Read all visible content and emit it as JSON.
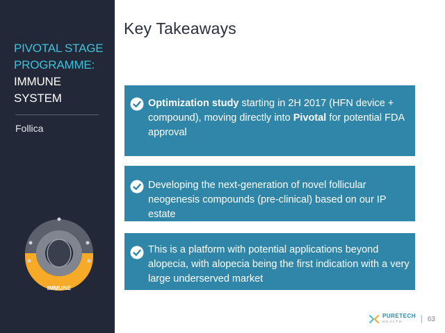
{
  "sidebar": {
    "title_line1": "PIVOTAL STAGE",
    "title_line2": "PROGRAMME:",
    "title_line3": "IMMUNE SYSTEM",
    "subtitle": "Follica",
    "diagram_label": "IMMUNE"
  },
  "main": {
    "title": "Key Takeaways",
    "cards": [
      {
        "bold1": "Optimization study",
        "text1": " starting in 2H 2017 (HFN device + compound), moving directly into ",
        "bold2": "Pivotal",
        "text2": " for potential FDA approval"
      },
      {
        "text": "Developing the next-generation of novel follicular neogenesis compounds (pre-clinical) based on our IP estate"
      },
      {
        "text": "This is a platform with potential applications beyond alopecia, with alopecia being the first indication with a very large underserved market"
      }
    ]
  },
  "footer": {
    "brand_line1": "PURETECH",
    "brand_line2": "HEALTH",
    "separator": "|",
    "page_number": "63"
  },
  "colors": {
    "sidebar_bg": "#232838",
    "accent_cyan": "#3ec1d9",
    "card_bg": "#2f86a9",
    "diagram_gray": "#5b606c",
    "diagram_orange": "#f7a928"
  },
  "icons": {
    "check": "check-circle-icon",
    "logo": "puretech-logo-icon"
  }
}
